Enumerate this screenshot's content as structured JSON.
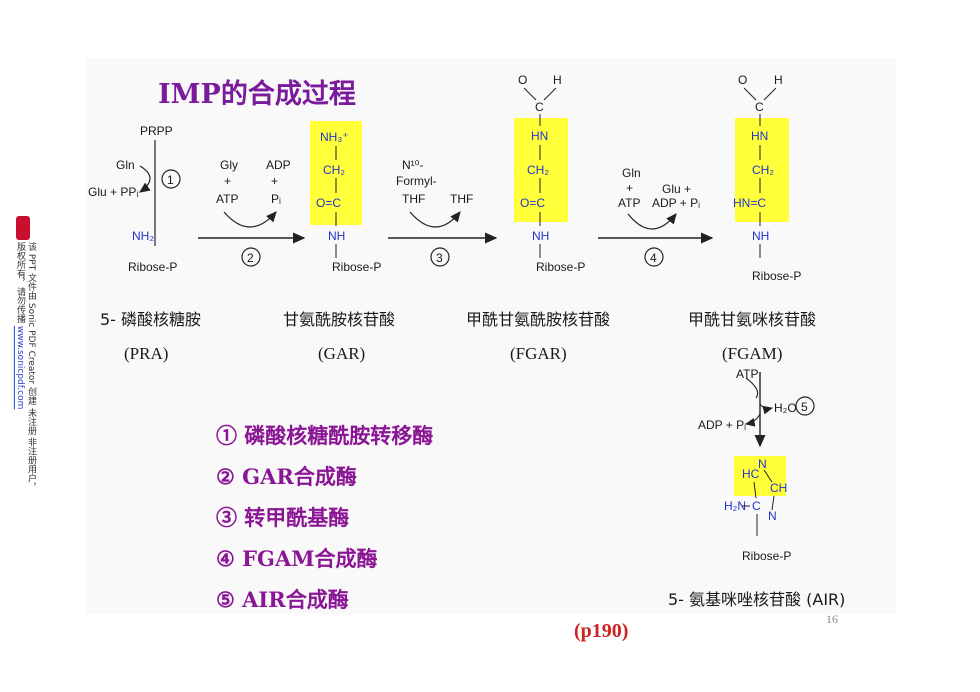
{
  "title": "IMP的合成过程",
  "molecules": [
    {
      "cn": "5- 磷酸核糖胺",
      "abbr": "(PRA)"
    },
    {
      "cn": "甘氨酰胺核苷酸",
      "abbr": "(GAR)"
    },
    {
      "cn": "甲酰甘氨酰胺核苷酸",
      "abbr": "(FGAR)"
    },
    {
      "cn": "甲酰甘氨咪核苷酸",
      "abbr": "(FGAM)"
    },
    {
      "cn": "5- 氨基咪唑核苷酸 (AIR)"
    }
  ],
  "enzymes": [
    "① 磷酸核糖酰胺转移酶",
    "② GAR合成酶",
    "③ 转甲酰基酶",
    "④ FGAM合成酶",
    "⑤ AIR合成酶"
  ],
  "chem": {
    "prpp": "PRPP",
    "gln": "Gln",
    "glu_ppi": "Glu + PPᵢ",
    "nh2": "NH₂",
    "ribose_p": "Ribose-P",
    "gly": "Gly",
    "plus": "+",
    "atp": "ATP",
    "adp": "ADP",
    "pi": "Pᵢ",
    "n10": "N¹⁰-",
    "formyl": "Formyl-",
    "thf": "THF",
    "glu_plus": "Glu +",
    "adp_pi": "ADP + Pᵢ",
    "h2o": "H₂O",
    "nh3p": "NH₃⁺",
    "ch2": "CH₂",
    "oc": "O=C",
    "nh": "NH",
    "hn": "HN",
    "c": "C",
    "o": "O",
    "h": "H",
    "hneq": "HN=C",
    "hc": "HC",
    "n": "N",
    "ch": "CH",
    "h2n": "H₂N",
    "step1": "1",
    "step2": "2",
    "step3": "3",
    "step4": "4",
    "step5": "5"
  },
  "watermark": {
    "line1": "该 PPT 文件由 Sonic PDF Creator 创建 未注册 非注册用户，版权所有，请勿传播",
    "url": "www.sonicpdf.com"
  },
  "page_ref": "(p190)",
  "slide_number": "16",
  "colors": {
    "title": "#7a1a9c",
    "enzyme": "#8a1595",
    "highlight": "#ffff3a",
    "page_ref": "#cc2222"
  }
}
